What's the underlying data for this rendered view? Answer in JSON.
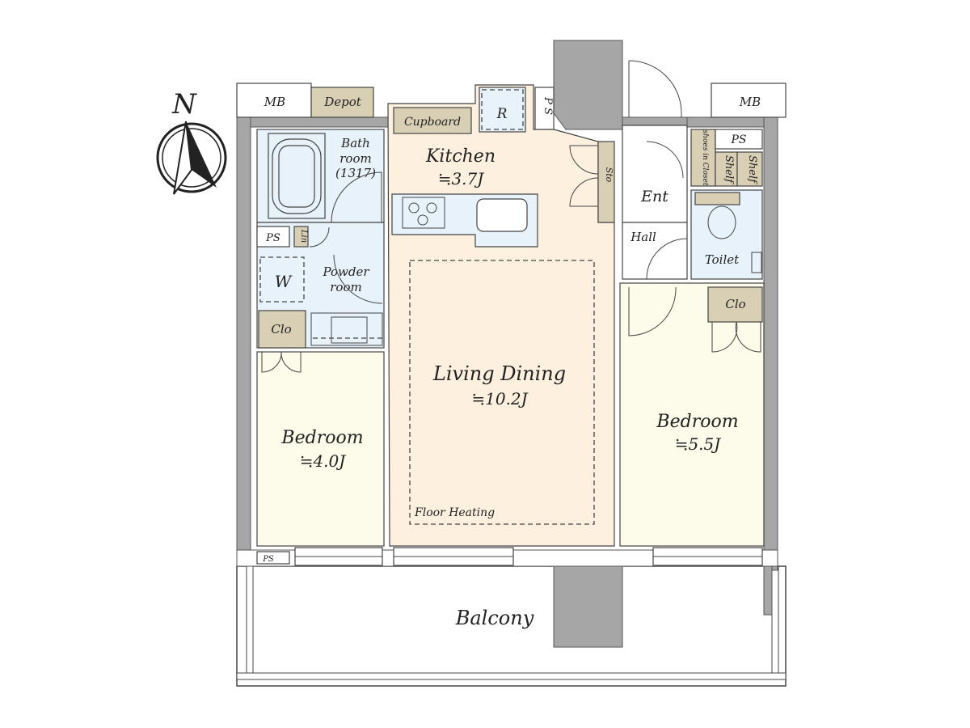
{
  "compass": {
    "label": "N"
  },
  "rooms": {
    "mb_left": "MB",
    "depot": "Depot",
    "cupboard": "Cupboard",
    "fridge": "R",
    "ps_kitchen": "P S",
    "mb_right": "MB",
    "ps_right": "PS",
    "shoes_closet": "shoes in Closet",
    "shelf1": "Shelf",
    "shelf2": "Shelf",
    "bath": "Bath",
    "bath2": "room",
    "bath_size": "(1317)",
    "kitchen": "Kitchen",
    "kitchen_size": "≒3.7J",
    "sto": "Sto",
    "ent": "Ent",
    "hall": "Hall",
    "toilet": "Toilet",
    "ps_bath": "PS",
    "lin": "Lin",
    "washer": "W",
    "powder": "Powder",
    "powder2": "room",
    "clo_left": "Clo",
    "clo_right": "Clo",
    "living": "Living Dining",
    "living_size": "≒10.2J",
    "floor_heating": "Floor Heating",
    "bedroom_left": "Bedroom",
    "bedroom_left_size": "≒4.0J",
    "bedroom_right": "Bedroom",
    "bedroom_right_size": "≒5.5J",
    "ps_bottom": "PS",
    "balcony": "Balcony"
  }
}
